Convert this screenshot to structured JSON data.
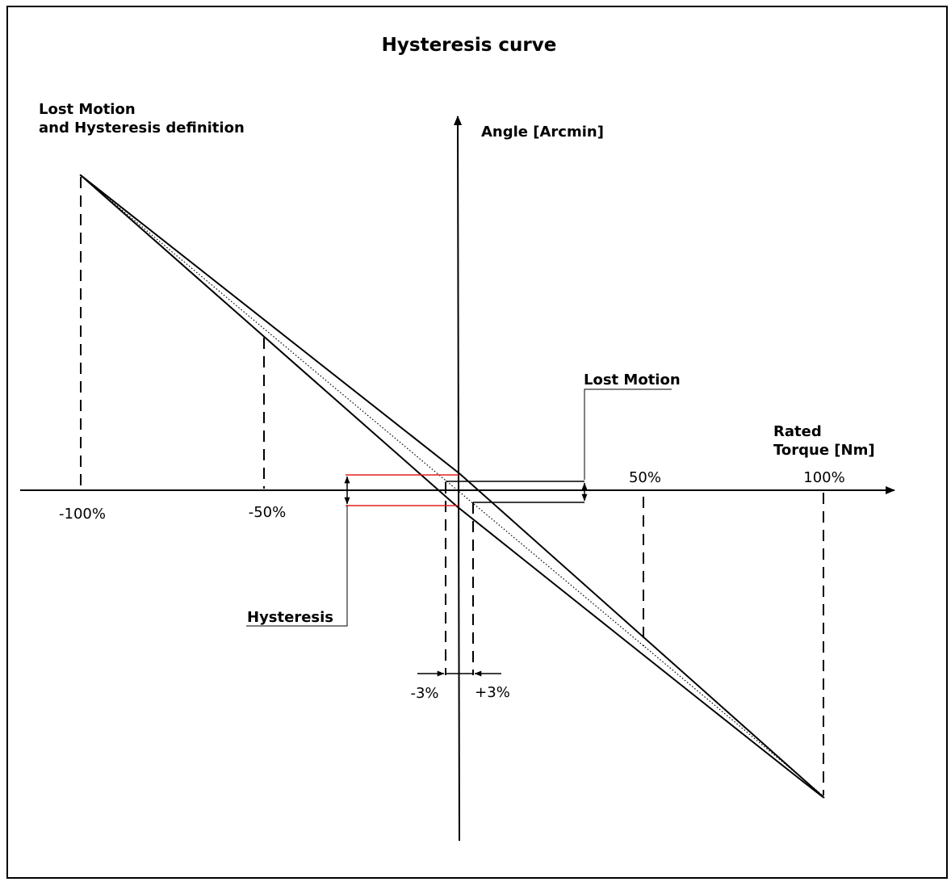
{
  "title": "Hysteresis curve",
  "subtitle": {
    "line1": "Lost Motion",
    "line2": "and Hysteresis definition"
  },
  "axes": {
    "y_label": "Angle [Arcmin]",
    "x_label_line1": "Rated",
    "x_label_line2": "Torque [Nm]"
  },
  "ticks": {
    "neg100": "-100%",
    "neg50": "-50%",
    "pos50": "50%",
    "pos100": "100%",
    "neg3": "-3%",
    "pos3": "+3%"
  },
  "annotations": {
    "lost_motion": "Lost Motion",
    "hysteresis": "Hysteresis"
  },
  "colors": {
    "line": "#000000",
    "hysteresis_marker": "#e02020"
  }
}
